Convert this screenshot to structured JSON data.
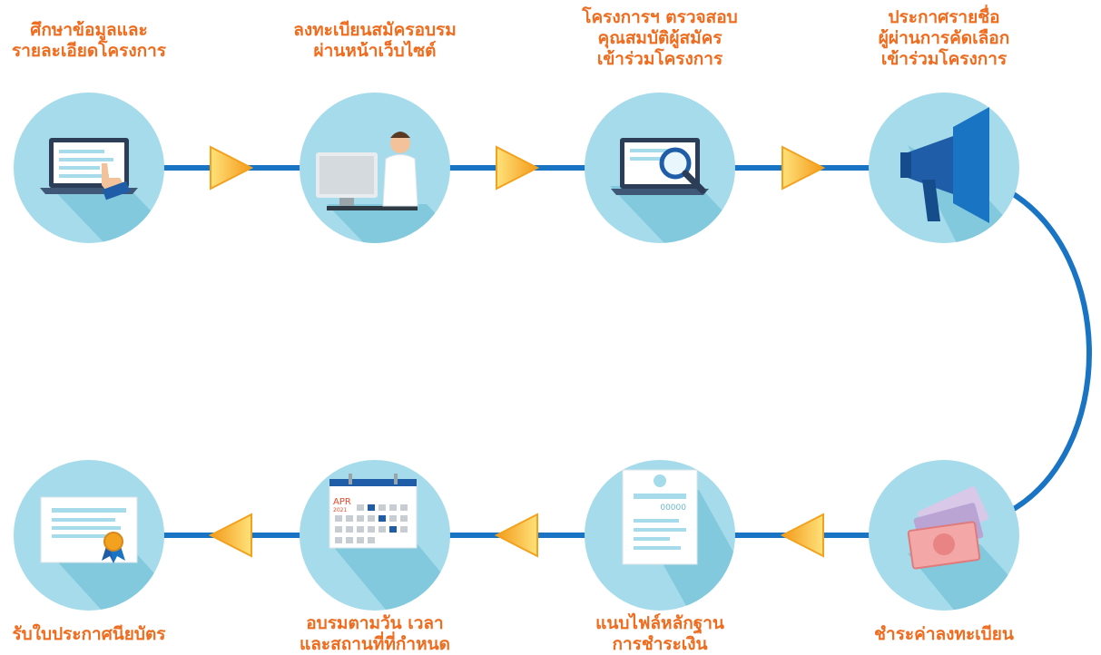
{
  "colors": {
    "accent": "#ef6b1e",
    "line": "#1a74c4",
    "circle": "#a5dbea",
    "arrow": "#f7b526"
  },
  "steps": [
    {
      "label": "ศึกษาข้อมูลและ\nรายละเอียดโครงการ",
      "icon": "laptop-pointer-icon"
    },
    {
      "label": "ลงทะเบียนสมัครอบรม\nผ่านหน้าเว็บไซต์",
      "icon": "person-at-computer-icon"
    },
    {
      "label": "โครงการฯ ตรวจสอบ\nคุณสมบัติผู้สมัคร\nเข้าร่วมโครงการ",
      "icon": "laptop-magnifier-icon"
    },
    {
      "label": "ประกาศรายชื่อ\nผู้ผ่านการคัดเลือก\nเข้าร่วมโครงการ",
      "icon": "megaphone-icon"
    },
    {
      "label": "ชำระค่าลงทะเบียน",
      "icon": "banknotes-icon"
    },
    {
      "label": "แนบไฟล์หลักฐาน\nการชำระเงิน",
      "icon": "document-icon"
    },
    {
      "label": "อบรมตามวัน เวลา\nและสถานที่ที่กำหนด",
      "icon": "calendar-icon"
    },
    {
      "label": "รับใบประกาศนียบัตร",
      "icon": "certificate-icon"
    }
  ],
  "calendar": {
    "month": "APR",
    "year": "2021"
  },
  "document": {
    "code": "00000"
  }
}
